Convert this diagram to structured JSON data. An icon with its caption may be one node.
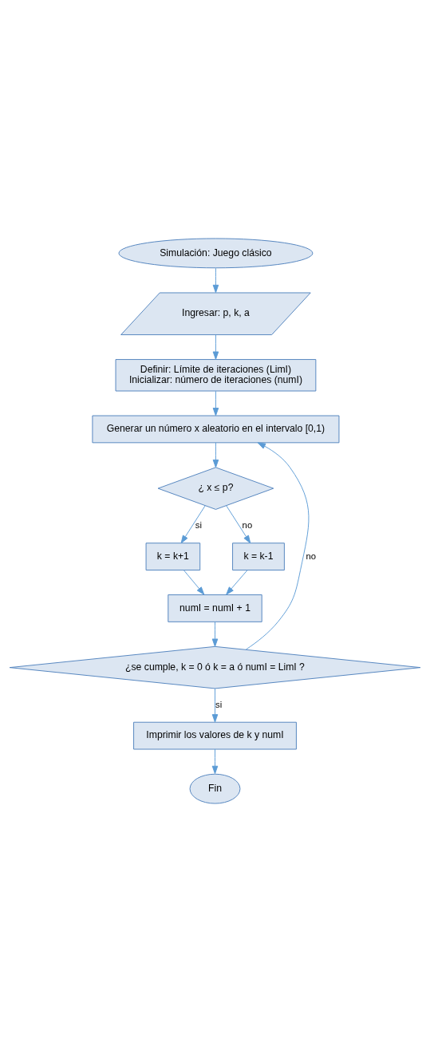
{
  "diagram": {
    "nodes": [
      {
        "text": [
          "Simulación: Juego clásico"
        ]
      },
      {
        "text": [
          "Ingresar: p, k, a"
        ]
      },
      {
        "text": [
          "Definir: Límite de iteraciones (LimI)",
          "Inicializar: número de iteraciones (numI)"
        ]
      },
      {
        "text": [
          "Generar un número x aleatorio en el intervalo [0,1)"
        ]
      },
      {
        "text": [
          "¿ x ≤ p?"
        ]
      },
      {
        "text": [
          "k = k+1"
        ]
      },
      {
        "text": [
          "k = k-1"
        ]
      },
      {
        "text": [
          "numI = numI + 1"
        ]
      },
      {
        "text": [
          "¿se cumple, k = 0 ó k = a ó numI = LimI ?"
        ]
      },
      {
        "text": [
          "Imprimir los valores de k y numI"
        ]
      },
      {
        "text": [
          "Fin"
        ]
      }
    ],
    "edges": [
      {
        "from": 0,
        "to": 1,
        "arrow": "to"
      },
      {
        "from": 1,
        "to": 2,
        "arrow": "to"
      },
      {
        "from": 2,
        "to": 3,
        "arrow": "to"
      },
      {
        "from": 3,
        "to": 4,
        "arrow": "to"
      },
      {
        "from": 4,
        "to": 5,
        "arrow": "to",
        "label": "si"
      },
      {
        "from": 4,
        "to": 6,
        "arrow": "to",
        "label": "no"
      },
      {
        "from": 5,
        "to": 7,
        "arrow": "to"
      },
      {
        "from": 6,
        "to": 7,
        "arrow": "to"
      },
      {
        "from": 7,
        "to": 8,
        "arrow": "to"
      },
      {
        "from": 8,
        "to": 3,
        "arrow": "to",
        "label": "no"
      },
      {
        "from": 8,
        "to": 9,
        "arrow": "to",
        "label": "si"
      },
      {
        "from": 9,
        "to": 10,
        "arrow": "to"
      }
    ]
  }
}
